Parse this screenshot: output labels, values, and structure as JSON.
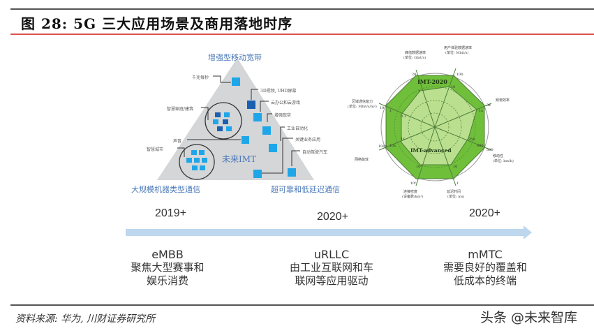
{
  "header": {
    "title": "图 28:  5G 三大应用场景及商用落地时序"
  },
  "triangle": {
    "corners": {
      "top": "增强型移动宽带",
      "bottom_left": "大规模机器类型通信",
      "bottom_right": "超可靠和低延迟通信"
    },
    "center": "未来IMT",
    "callouts": [
      {
        "label": "千兆每秒"
      },
      {
        "label": "3D视频, UHD屏幕"
      },
      {
        "label": "智慧家庭/建筑"
      },
      {
        "label": "云办公和云游戏"
      },
      {
        "label": "增强现实"
      },
      {
        "label": "工业自动化"
      },
      {
        "label": "声音"
      },
      {
        "label": "关键业务应用"
      },
      {
        "label": "智慧城市"
      },
      {
        "label": "自动驾驶汽车"
      }
    ],
    "colors": {
      "triangle_fill": "#d4d6d8",
      "icon": "#1fa6e8",
      "label": "#4a78b8"
    }
  },
  "radar": {
    "series_labels": {
      "outer": "IMT-2020",
      "inner": "IMT-advanced"
    },
    "axes": [
      {
        "name": "峰值数据速率",
        "unit": "(单位: Gbit/s)",
        "outer": "20",
        "inner": "1"
      },
      {
        "name": "用户体验数据速率",
        "unit": "(单位: Mbit/s)",
        "outer": "100",
        "inner": "10"
      },
      {
        "name": "频谱效率",
        "unit": "",
        "outer": "3x",
        "inner": "1x"
      },
      {
        "name": "移动性",
        "unit": "(单位: km/h)",
        "outer": "500",
        "inner": "350",
        "mid": "400"
      },
      {
        "name": "延迟时间",
        "unit": "(单位: ms)",
        "outer": "1",
        "inner": "10"
      },
      {
        "name": "连接密度",
        "unit": "(设备数/km²)",
        "outer": "10⁶",
        "inner": "10⁵"
      },
      {
        "name": "网络能效",
        "unit": "",
        "outer": "100x",
        "inner": "1x",
        "mid": "10x"
      },
      {
        "name": "区域通信能力",
        "unit": "(单位: Mbit/s/m²)",
        "outer": "10",
        "inner": "0.1",
        "mid": "1"
      }
    ],
    "colors": {
      "outer_fill": "#6fbf3a",
      "inner_fill": "#b9df8f",
      "line": "#4f7f3a"
    }
  },
  "timeline": {
    "years": [
      "2019+",
      "2020+",
      "2020+"
    ],
    "arrow_color": "#bcd7ee"
  },
  "scenarios": [
    {
      "code": "eMBB",
      "line1": "聚焦大型赛事和",
      "line2": "娱乐消费"
    },
    {
      "code": "uRLLC",
      "line1": "由工业互联网和车",
      "line2": "联网等应用驱动"
    },
    {
      "code": "mMTC",
      "line1": "需要良好的覆盖和",
      "line2": "低成本的终端"
    }
  ],
  "footer": {
    "source": "资料来源: 华为, 川财证券研究所",
    "watermark": "头条 @未来智库"
  }
}
